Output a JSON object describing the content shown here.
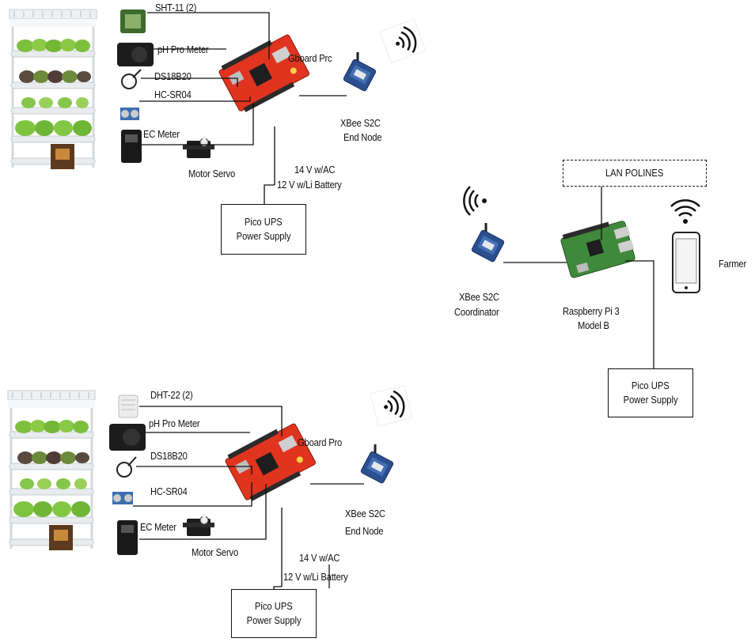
{
  "node1": {
    "sensors": [
      "SHT-11 (2)",
      "pH Pro Meter",
      "DS18B20",
      "HC-SR04",
      "EC Meter"
    ],
    "actuator": "Motor Servo",
    "controller": "Gboard Prc",
    "radio": [
      "XBee S2C",
      "End Node"
    ],
    "power_line_1": "14 V w/AC",
    "power_line_2": "12 V w/Li Battery",
    "ups": [
      "Pico UPS",
      "Power Supply"
    ]
  },
  "node2": {
    "sensors": [
      "DHT-22 (2)",
      "pH Pro Meter",
      "DS18B20",
      "HC-SR04",
      "EC Meter"
    ],
    "actuator": "Motor Servo",
    "controller": "Gboard Pro",
    "radio": [
      "XBee S2C",
      "End Node"
    ],
    "power_line_1": "14 V w/AC",
    "power_line_2": "12 V w/Li Battery",
    "ups": [
      "Pico UPS",
      "Power Supply"
    ]
  },
  "gateway": {
    "network": "LAN POLINES",
    "coordinator": [
      "XBee S2C",
      "Coordinator"
    ],
    "computer": [
      "Raspberry Pi 3",
      "Model B"
    ],
    "user": "Farmer",
    "ups": [
      "Pico UPS",
      "Power Supply"
    ]
  },
  "icons": [
    "hydroponic-tower-icon",
    "sensor-module-icon",
    "microcontroller-board-icon",
    "xbee-module-icon",
    "wireless-signal-icon",
    "raspberry-pi-icon",
    "smartphone-icon",
    "servo-motor-icon"
  ],
  "colors": {
    "board": "#e0341e",
    "xbee": "#2b4f8f",
    "rpi": "#3f8a3a",
    "line": "#111111"
  }
}
